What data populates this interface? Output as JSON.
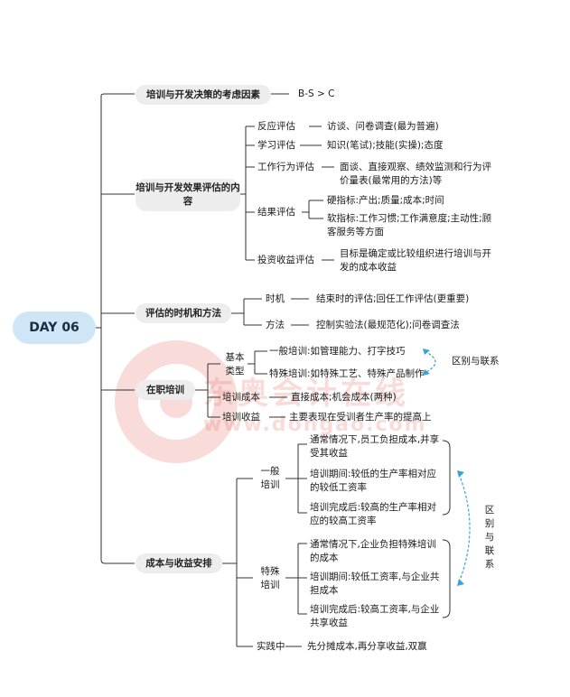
{
  "root": "DAY 06",
  "watermark": {
    "text": "东奥会计在线",
    "url": "www.dongao.com"
  },
  "nodes": {
    "considerations": {
      "label": "培训与开发决策的考虑因素",
      "detail": "B-S > C"
    },
    "content": {
      "label": "培训与开发效果评估的内容",
      "reaction": {
        "label": "反应评估",
        "detail": "访谈、问卷调查(最为普遍)"
      },
      "learning": {
        "label": "学习评估",
        "detail": "知识(笔试);技能(实操);态度"
      },
      "behavior": {
        "label": "工作行为评估",
        "detail": "面谈、直接观察、绩效监测和行为评价量表(最常用的方法)等"
      },
      "results": {
        "label": "结果评估",
        "hard": "硬指标:产出;质量;成本;时间",
        "soft": "软指标:工作习惯;工作满意度;主动性;顾客服务等方面"
      },
      "roi": {
        "label": "投资收益评估",
        "detail": "目标是确定或比较组织进行培训与开发的成本收益"
      }
    },
    "timing": {
      "label": "评估的时机和方法",
      "time": {
        "label": "时机",
        "detail": "结束时的评估;回任工作评估(更重要)"
      },
      "method": {
        "label": "方法",
        "detail": "控制实验法(最规范化);问卷调查法"
      }
    },
    "onjob": {
      "label": "在职培训",
      "types": {
        "label": "基本类型",
        "general": "一般培训:如管理能力、打字技巧",
        "special": "特殊培训:如特殊工艺、特殊产品制作",
        "relation": "区别与联系"
      },
      "cost": {
        "label": "培训成本",
        "detail": "直接成本;机会成本(两种)"
      },
      "benefit": {
        "label": "培训收益",
        "detail": "主要表现在受训者生产率的提高上"
      }
    },
    "costbenefit": {
      "label": "成本与收益安排",
      "general": {
        "label": "一般培训",
        "items": [
          "通常情况下,员工负担成本,并享受其收益",
          "培训期间:较低的生产率相对应的较低工资率",
          "培训完成后:较高的生产率相对应的较高工资率"
        ]
      },
      "special": {
        "label": "特殊培训",
        "items": [
          "通常情况下,企业负担特殊培训的成本",
          "培训期间:较低工资率,与企业共担成本",
          "培训完成后:较高工资率,与企业共享收益"
        ]
      },
      "relation": "区别与联系",
      "practice": {
        "label": "实践中",
        "detail": "先分摊成本,再分享收益,双赢"
      }
    }
  },
  "colors": {
    "root_bg": "#cfe6f6",
    "node_bg": "#ededed",
    "line": "#333333",
    "relation_arrow": "#3fa0d8",
    "watermark": "#eb8278"
  }
}
